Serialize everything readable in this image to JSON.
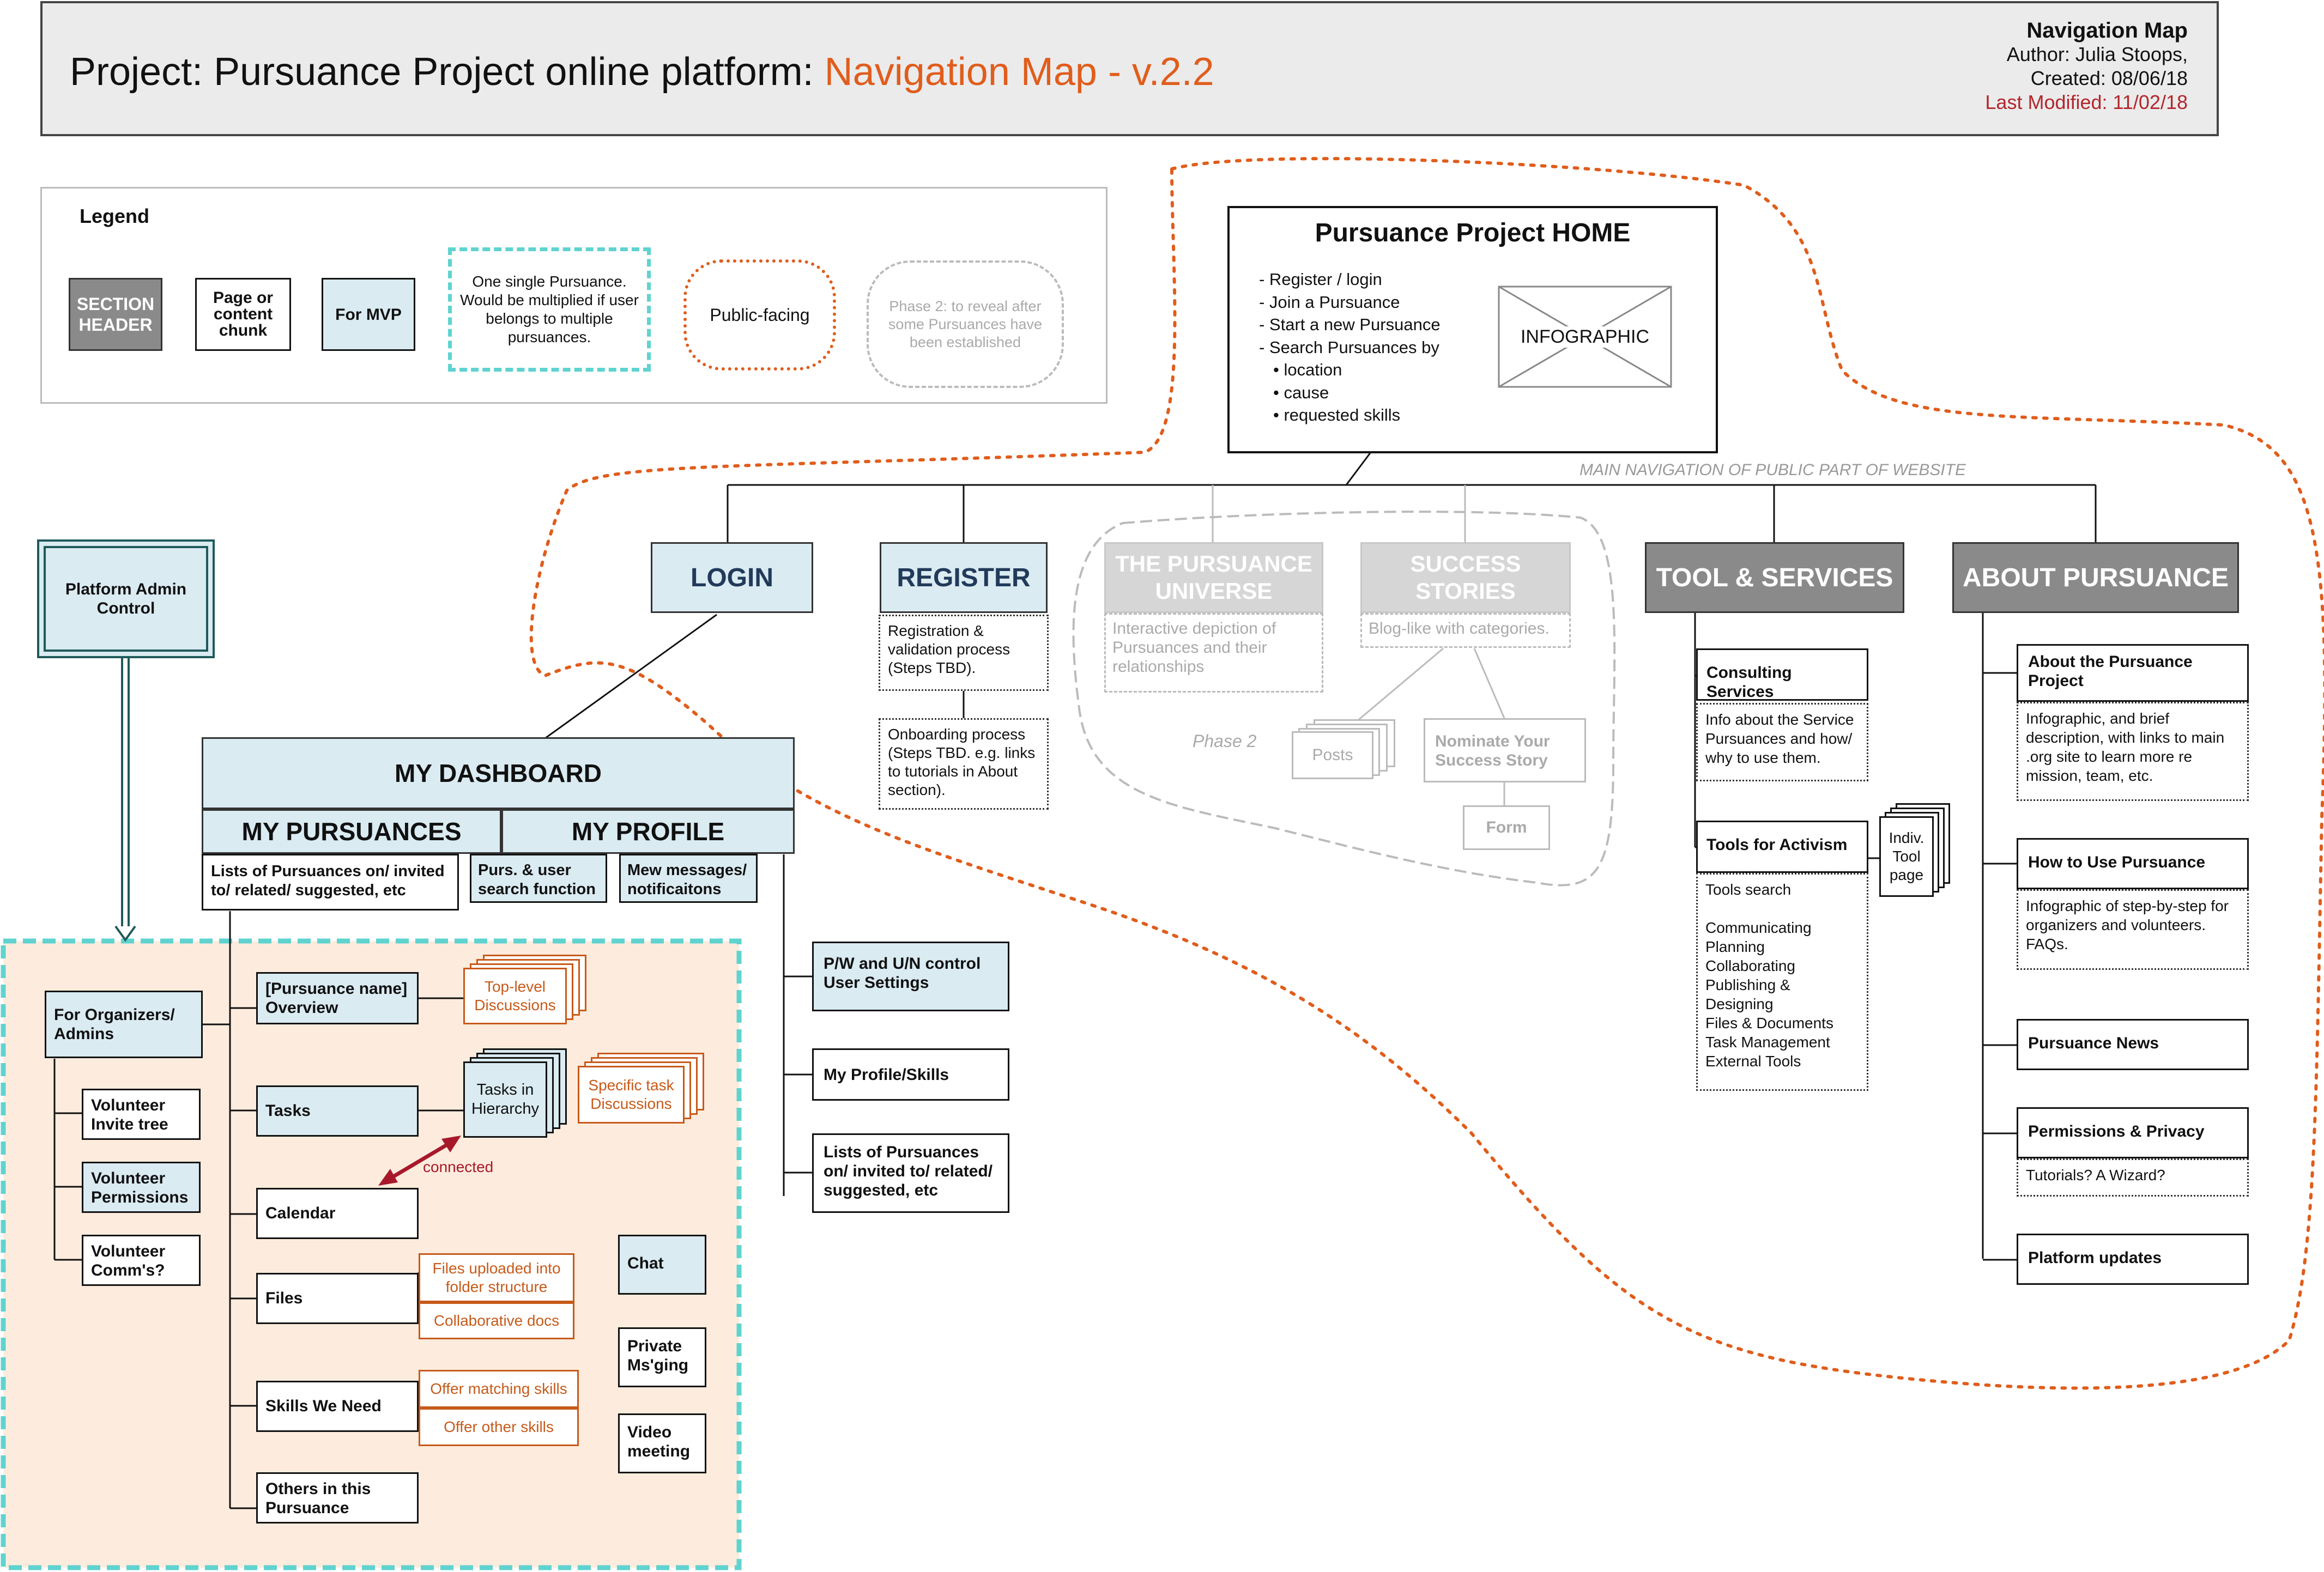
{
  "header": {
    "title_prefix": "Project: Pursuance Project online platform: ",
    "title_highlight": "Navigation Map - v.2.2",
    "meta_title": "Navigation Map",
    "author": "Author: Julia Stoops,",
    "created": "Created: 08/06/18",
    "last_modified": "Last Modified: 11/02/18"
  },
  "legend": {
    "title": "Legend",
    "section_header": "SECTION HEADER",
    "page_chunk": "Page or content chunk",
    "for_mvp": "For MVP",
    "single_pursuance": "One single Pursuance. Would be multiplied if user belongs to multiple pursuances.",
    "public_facing": "Public-facing",
    "phase2": "Phase 2: to reveal after some Pursuances have been established"
  },
  "home": {
    "title": "Pursuance Project HOME",
    "items": [
      "- Register / login",
      "- Join a Pursuance",
      "- Start a new Pursuance",
      "- Search Pursuances by",
      "• location",
      "• cause",
      "• requested skills"
    ],
    "infographic": "INFOGRAPHIC"
  },
  "main_nav_label": "MAIN NAVIGATION OF PUBLIC PART OF WEBSITE",
  "sections": {
    "login": "LOGIN",
    "register": "REGISTER",
    "universe": "THE PURSUANCE UNIVERSE",
    "success": "SUCCESS STORIES",
    "tools": "TOOL & SERVICES",
    "about": "ABOUT PURSUANCE"
  },
  "register_items": {
    "registration": "Registration & validation process (Steps TBD).",
    "onboarding": "Onboarding process (Steps TBD. e.g. links to tutorials in About section)."
  },
  "universe_desc": "Interactive depiction of Pursuances and their relationships",
  "success_desc": "Blog-like with categories.",
  "phase2_label": "Phase 2",
  "posts": "Posts",
  "nominate": "Nominate Your Success Story",
  "form": "Form",
  "tools_items": {
    "consulting": "Consulting Services",
    "consulting_desc": "Info about the Service Pursuances and how/ why to use them.",
    "activism": "Tools for Activism",
    "activism_desc": "Tools search\n\nCommunicating\nPlanning\nCollaborating\nPublishing &\nDesigning\nFiles & Documents\nTask Management\nExternal Tools",
    "indiv_tool": "Indiv. Tool page"
  },
  "about_items": {
    "about_project": "About the Pursuance Project",
    "about_project_desc": "Infographic, and brief description, with links to main .org site to learn more re mission, team, etc.",
    "how_to_use": "How to Use Pursuance",
    "how_to_use_desc": "Infographic of step-by-step for organizers and volunteers. FAQs.",
    "news": "Pursuance News",
    "permissions": "Permissions & Privacy",
    "permissions_desc": "Tutorials? A Wizard?",
    "updates": "Platform updates"
  },
  "admin": "Platform Admin Control",
  "dashboard": {
    "title": "MY DASHBOARD",
    "pursuances": "MY PURSUANCES",
    "profile": "MY PROFILE",
    "lists": "Lists of Pursuances on/ invited to/ related/ suggested, etc",
    "search": "Purs. & user search function",
    "messages": "Mew messages/ notificaitons"
  },
  "profile_items": {
    "pw": "P/W and U/N control User Settings",
    "skills": "My Profile/Skills",
    "lists": "Lists of Pursuances on/ invited to/ related/ suggested, etc"
  },
  "pursuance": {
    "organizers": "For Organizers/ Admins",
    "invite": "Volunteer Invite tree",
    "permissions": "Volunteer Permissions",
    "comms": "Volunteer Comm's?",
    "overview": "[Pursuance name] Overview",
    "top_level": "Top-level Discussions",
    "tasks": "Tasks",
    "hierarchy": "Tasks in Hierarchy",
    "specific": "Specific task Discussions",
    "connected": "connected",
    "calendar": "Calendar",
    "files": "Files",
    "uploaded": "Files uploaded into folder structure",
    "collab": "Collaborative docs",
    "skills": "Skills We Need",
    "offer_matching": "Offer matching skills",
    "offer_other": "Offer other skills",
    "others": "Others in this Pursuance",
    "chat": "Chat",
    "private": "Private Ms'ging",
    "video": "Video meeting"
  },
  "colors": {
    "accent_orange": "#e05d1c",
    "modified_red": "#b3262d",
    "mvp_blue": "#daebf2",
    "section_gray": "#8a8a8a",
    "pursuance_bg": "#fdecdd",
    "pursuance_border": "#5fd3cf",
    "admin_teal": "#1f5a5a"
  }
}
